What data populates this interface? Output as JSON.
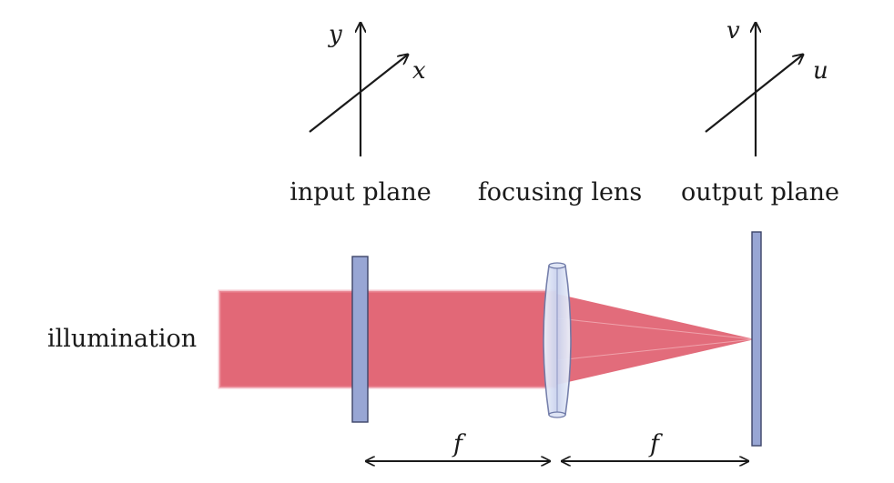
{
  "labels": {
    "illumination": "illumination",
    "input_plane": "input plane",
    "focusing_lens": "focusing lens",
    "output_plane": "output plane"
  },
  "axes": {
    "input": {
      "vertical": "y",
      "diagonal": "x"
    },
    "output": {
      "vertical": "v",
      "diagonal": "u"
    }
  },
  "distances": {
    "input_to_lens": "f",
    "lens_to_output": "f"
  },
  "colors": {
    "beam": "#e06070",
    "plate": "#98a6d4",
    "plate_edge": "#3c4468",
    "lens": "#d4dcf0",
    "ink": "#1a1a1a"
  }
}
